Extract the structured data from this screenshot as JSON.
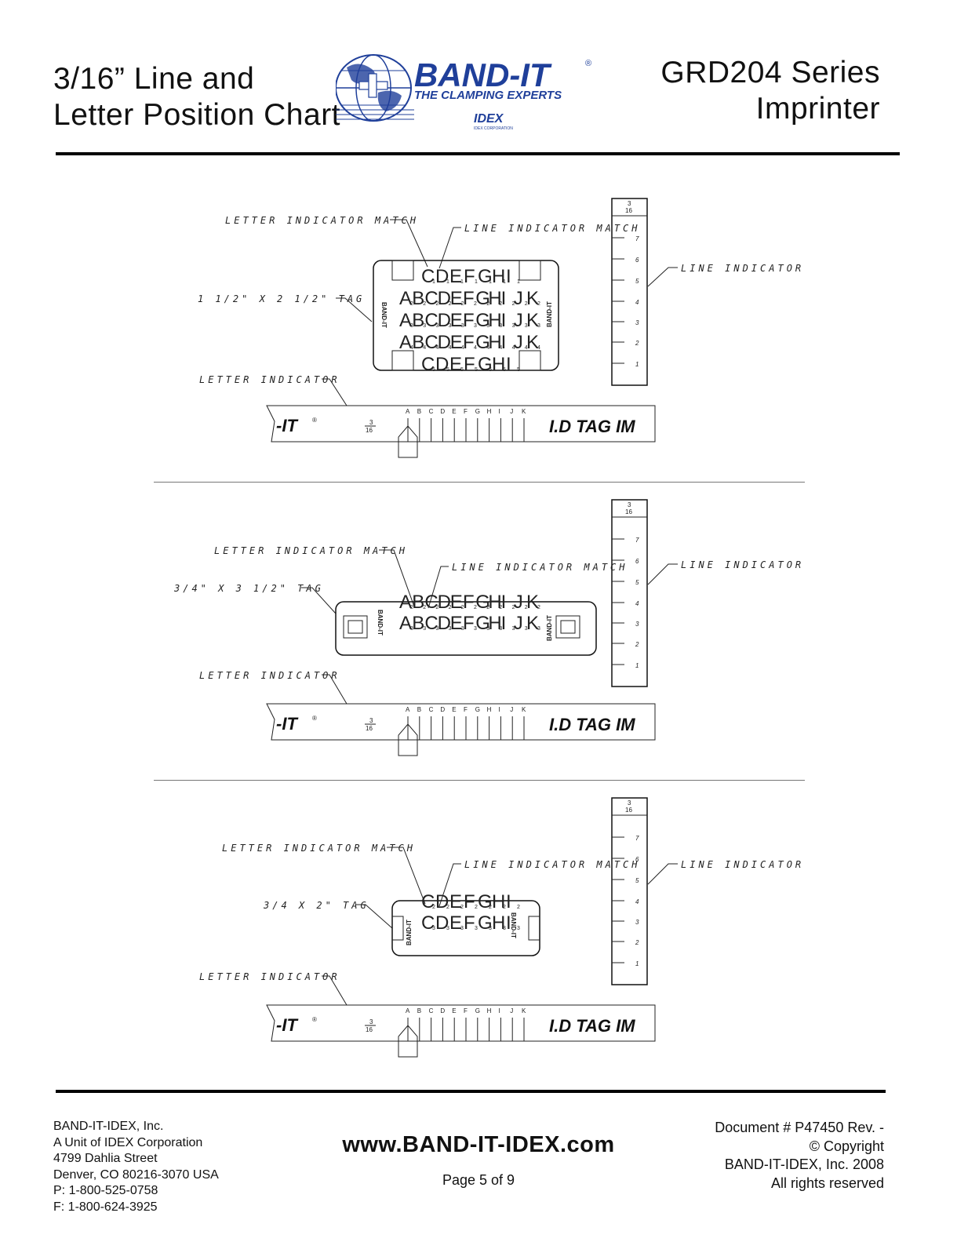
{
  "header": {
    "title_line1": "3/16” Line and",
    "title_line2": "Letter Position Chart",
    "product_line1": "GRD204 Series",
    "product_line2": "Imprinter",
    "logo": {
      "brand": "BAND-IT",
      "registered": "®",
      "tagline": "THE CLAMPING EXPERTS",
      "parent": "IDEX",
      "parent_sub": "IDEX CORPORATION"
    }
  },
  "labels": {
    "letter_indicator_match": "LETTER INDICATOR MATCH",
    "line_indicator_match": "LINE INDICATOR MATCH",
    "line_indicator": "LINE INDICATOR",
    "letter_indicator": "LETTER INDICATOR",
    "fraction_num": "3",
    "fraction_den": "16",
    "strip_brand": "-IT",
    "strip_reg": "®",
    "strip_text": "I.D TAG IM",
    "tag_brand": "BAND-IT",
    "strip_letters": [
      "A",
      "B",
      "C",
      "D",
      "E",
      "F",
      "G",
      "H",
      "I",
      "J",
      "K"
    ],
    "line_numbers": [
      "7",
      "6",
      "5",
      "4",
      "3",
      "2",
      "1"
    ]
  },
  "diagrams": [
    {
      "tag_label": "1 1/2\" X 2 1/2\" TAG",
      "rows": [
        {
          "letters": "C D E F G H I",
          "sub": "1"
        },
        {
          "letters": "A B C D E F G H I J K",
          "sub": "2"
        },
        {
          "letters": "A B C D E F G H I J K",
          "sub": "3"
        },
        {
          "letters": "A B C D E F G H I J K",
          "sub": "4"
        },
        {
          "letters": "C D E F G H I",
          "sub": "5"
        }
      ]
    },
    {
      "tag_label": "3/4\" X 3 1/2\" TAG",
      "rows": [
        {
          "letters": "A B C D E F G H I J K",
          "sub": "2"
        },
        {
          "letters": "A B C D E F G H I J K",
          "sub": "3"
        }
      ]
    },
    {
      "tag_label": "3/4 X 2\" TAG",
      "rows": [
        {
          "letters": "C D E F G H I",
          "sub": "2"
        },
        {
          "letters": "C D E F G H I",
          "sub": "3"
        }
      ]
    }
  ],
  "footer": {
    "company": "BAND-IT-IDEX, Inc.",
    "unit": "A Unit of IDEX Corporation",
    "street": "4799 Dahlia Street",
    "city": "Denver, CO 80216-3070 USA",
    "phone": "P: 1-800-525-0758",
    "fax": "F: 1-800-624-3925",
    "url": "www.BAND-IT-IDEX.com",
    "page": "Page 5 of 9",
    "doc": "Document # P47450 Rev. -",
    "copyright": "© Copyright",
    "copyright_holder": "BAND-IT-IDEX, Inc. 2008",
    "rights": "All rights reserved"
  },
  "colors": {
    "brand_blue": "#1f3f9a",
    "ink": "#111111"
  }
}
